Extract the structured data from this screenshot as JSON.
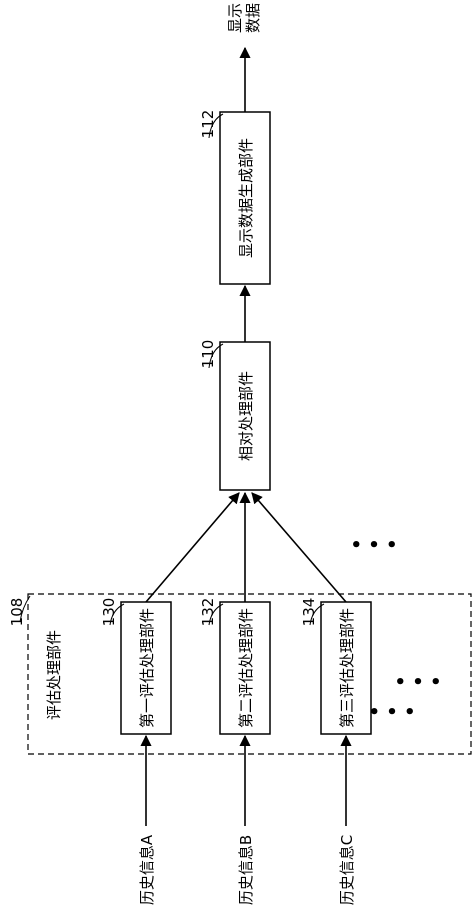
{
  "display_data_label": [
    "显示",
    "数据"
  ],
  "display_unit": {
    "label": "显示数据生成部件",
    "ref": "112"
  },
  "relative_unit": {
    "label": "相对处理部件",
    "ref": "110"
  },
  "eval_group": {
    "label": "评估处理部件",
    "ref": "108"
  },
  "evaluators": [
    {
      "label": "第一评估处理部件",
      "ref": "130"
    },
    {
      "label": "第二评估处理部件",
      "ref": "132"
    },
    {
      "label": "第三评估处理部件",
      "ref": "134"
    }
  ],
  "inputs": [
    {
      "label": "历史信息A"
    },
    {
      "label": "历史信息B"
    },
    {
      "label": "历史信息C"
    }
  ],
  "ellipsis": "• • •"
}
